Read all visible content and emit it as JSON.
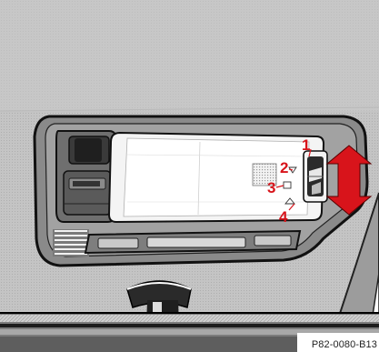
{
  "figure": {
    "reference_code": "P82-0080-B13",
    "callouts": [
      "1",
      "2",
      "3",
      "4"
    ],
    "callout_color": "#d8141b",
    "arrow": {
      "icon": "double-arrow-icon",
      "direction": "up-down",
      "color": "#d8141b"
    }
  },
  "palette": {
    "background": "#c8c8c8",
    "console_face": "#efefef",
    "console_frame": "#7a7a7a",
    "outline": "#1a1a1a"
  }
}
